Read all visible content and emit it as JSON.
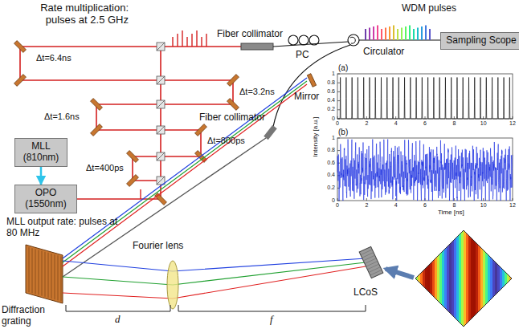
{
  "diagram": {
    "nodes": [
      {
        "text": [
          "MLL (810nm)"
        ]
      },
      {
        "text": [
          "OPO (1550nm)"
        ]
      },
      {
        "text": [
          "Sampling Scope"
        ]
      }
    ],
    "edges": [
      {
        "from": 0,
        "to": 1,
        "arrow": "to"
      }
    ],
    "labels": [
      "Rate multiplication: pulses at 2.5 GHz",
      "Δt=6.4ns",
      "Δt=3.2ns",
      "Δt=1.6ns",
      "Δt=800ps",
      "Δt=400ps",
      "Fiber collimator",
      "PC",
      "Circulator",
      "WDM pulses",
      "MLL output rate: pulses at 80 MHz",
      "Fiber collimator",
      "Mirror",
      "Diffraction grating",
      "Fourier lens",
      "LCoS",
      "d",
      "f",
      "(a)",
      "(b)",
      "Intensity [a.u.]",
      "Time [ns]",
      "1",
      "0.8",
      "0.6",
      "0.4",
      "0.2",
      "0",
      "0",
      "2",
      "4",
      "6",
      "8",
      "10",
      "12",
      "1",
      "0.8",
      "0.6",
      "0.4",
      "0.2",
      "0",
      "0",
      "2",
      "4",
      "6",
      "8",
      "10",
      "12"
    ]
  }
}
